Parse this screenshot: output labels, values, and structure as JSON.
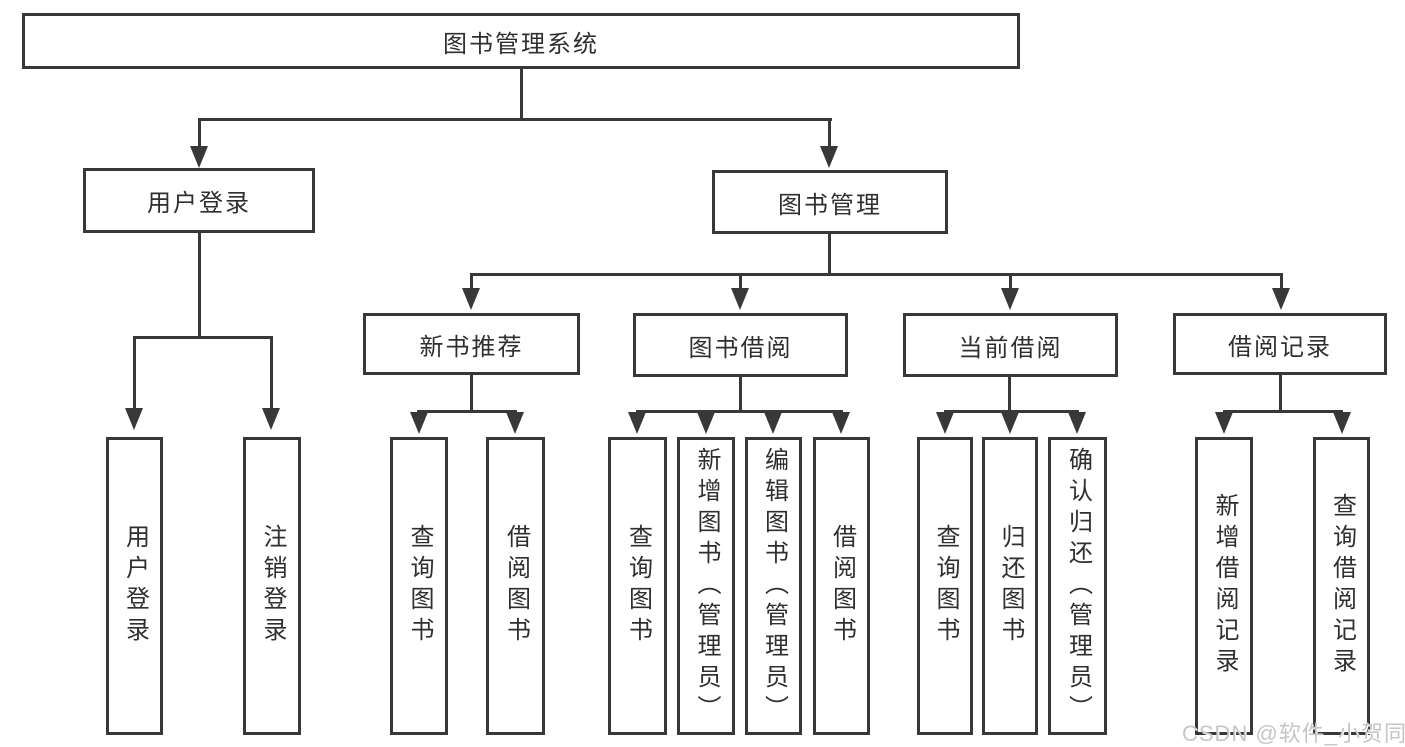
{
  "diagram_title": "图书管理系统",
  "tree": {
    "root": {
      "label": "图书管理系统"
    },
    "branches": [
      {
        "label": "用户登录",
        "children": [
          {
            "label": "用户登录"
          },
          {
            "label": "注销登录"
          }
        ]
      },
      {
        "label": "图书管理",
        "children": [
          {
            "label": "新书推荐",
            "children": [
              {
                "label": "查询图书"
              },
              {
                "label": "借阅图书"
              }
            ]
          },
          {
            "label": "图书借阅",
            "children": [
              {
                "label": "查询图书"
              },
              {
                "label": "新增图书（管理员）"
              },
              {
                "label": "编辑图书（管理员）"
              },
              {
                "label": "借阅图书"
              }
            ]
          },
          {
            "label": "当前借阅",
            "children": [
              {
                "label": "查询图书"
              },
              {
                "label": "归还图书"
              },
              {
                "label": "确认归还（管理员）"
              }
            ]
          },
          {
            "label": "借阅记录",
            "children": [
              {
                "label": "新增借阅记录"
              },
              {
                "label": "查询借阅记录"
              }
            ]
          }
        ]
      }
    ]
  },
  "watermark": {
    "text": "CSDN @软件_小贺同学"
  },
  "colors": {
    "line": "#383838",
    "text": "#2f2f2f",
    "watermark": "#c6c6c6",
    "background": "#ffffff"
  }
}
